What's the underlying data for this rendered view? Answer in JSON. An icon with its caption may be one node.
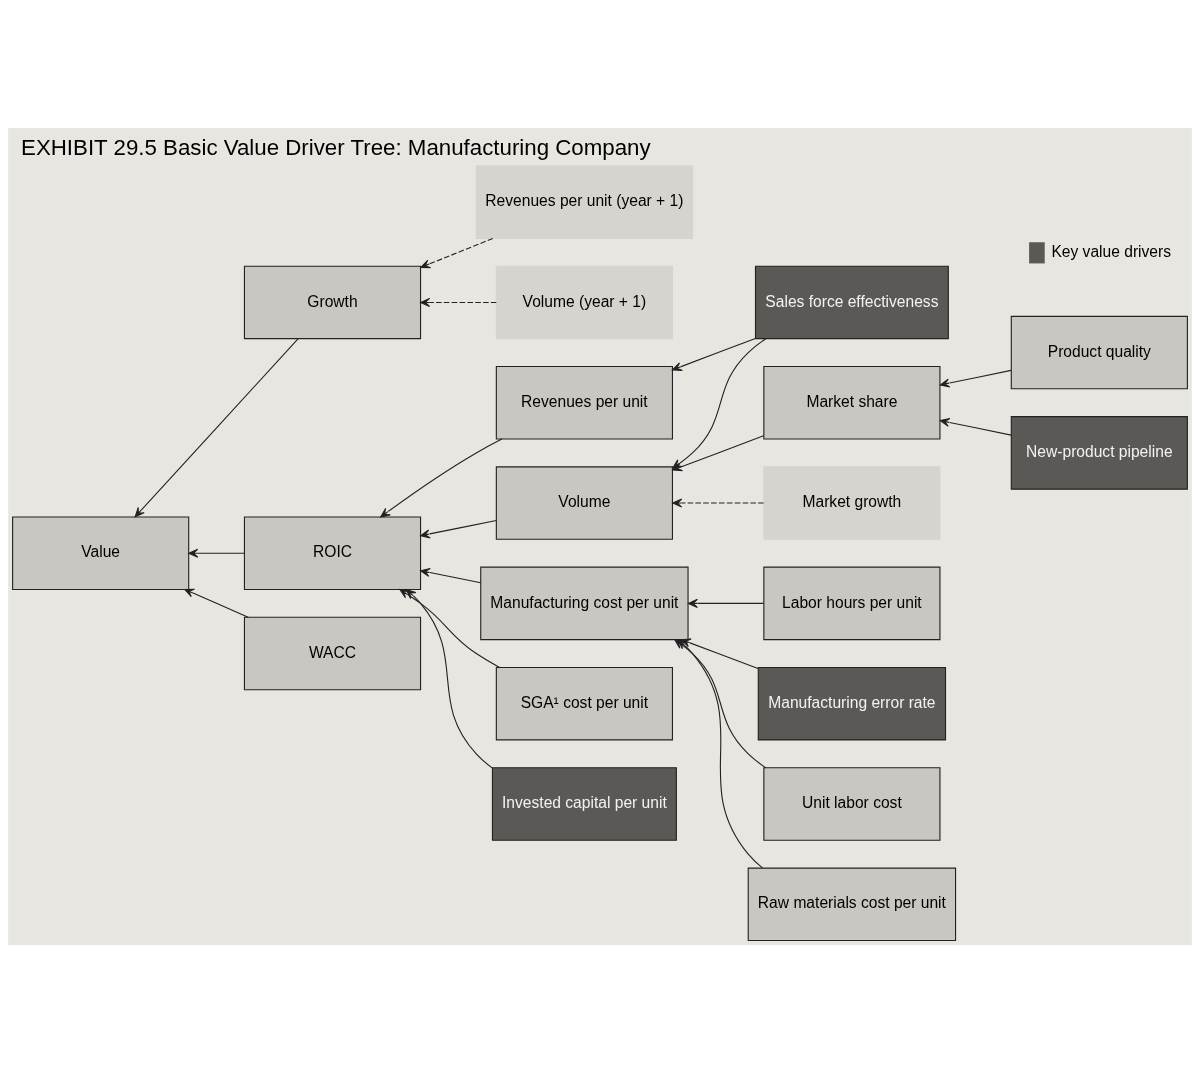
{
  "diagram": {
    "title": "EXHIBIT 29.5 Basic Value Driver Tree: Manufacturing Company",
    "nodes": [
      {
        "text": [
          "Value"
        ]
      },
      {
        "text": [
          "Growth"
        ]
      },
      {
        "text": [
          "ROIC"
        ]
      },
      {
        "text": [
          "WACC"
        ]
      },
      {
        "text": [
          "Revenues per unit (year + 1)"
        ]
      },
      {
        "text": [
          "Revenues per unit"
        ]
      },
      {
        "text": [
          "Volume (year + 1)"
        ]
      },
      {
        "text": [
          "Volume"
        ]
      },
      {
        "text": [
          "Manufacturing cost per unit"
        ]
      },
      {
        "text": [
          "SGA¹ cost per unit"
        ]
      },
      {
        "text": [
          "Invested capital per unit"
        ]
      },
      {
        "text": [
          "Sales force effectiveness"
        ]
      },
      {
        "text": [
          "Market share"
        ]
      },
      {
        "text": [
          "Market growth"
        ]
      },
      {
        "text": [
          "Product quality"
        ]
      },
      {
        "text": [
          "New-product pipeline"
        ]
      },
      {
        "text": [
          "Labor hours per unit"
        ]
      },
      {
        "text": [
          "Manufacturing error rate"
        ]
      },
      {
        "text": [
          "Unit labor cost"
        ]
      },
      {
        "text": [
          "Raw materials cost per unit"
        ]
      }
    ],
    "edges": [
      {
        "from": 1,
        "to": 0,
        "arrow": "to"
      },
      {
        "from": 2,
        "to": 0,
        "arrow": "to"
      },
      {
        "from": 3,
        "to": 0,
        "arrow": "to"
      },
      {
        "from": 4,
        "to": 1,
        "arrow": "to",
        "style": "dashed"
      },
      {
        "from": 6,
        "to": 1,
        "arrow": "to",
        "style": "dashed"
      },
      {
        "from": 5,
        "to": 2,
        "arrow": "to"
      },
      {
        "from": 7,
        "to": 2,
        "arrow": "to"
      },
      {
        "from": 8,
        "to": 2,
        "arrow": "to"
      },
      {
        "from": 9,
        "to": 2,
        "arrow": "to"
      },
      {
        "from": 10,
        "to": 2,
        "arrow": "to"
      },
      {
        "from": 11,
        "to": 5,
        "arrow": "to"
      },
      {
        "from": 11,
        "to": 7,
        "arrow": "to"
      },
      {
        "from": 12,
        "to": 7,
        "arrow": "to"
      },
      {
        "from": 13,
        "to": 7,
        "arrow": "to",
        "style": "dashed"
      },
      {
        "from": 14,
        "to": 12,
        "arrow": "to"
      },
      {
        "from": 15,
        "to": 12,
        "arrow": "to"
      },
      {
        "from": 16,
        "to": 8,
        "arrow": "to"
      },
      {
        "from": 17,
        "to": 8,
        "arrow": "to"
      },
      {
        "from": 18,
        "to": 8,
        "arrow": "to"
      },
      {
        "from": 19,
        "to": 8,
        "arrow": "to"
      }
    ],
    "legend": [
      {
        "text": "Key value drivers",
        "color": "#5b5955"
      }
    ]
  }
}
